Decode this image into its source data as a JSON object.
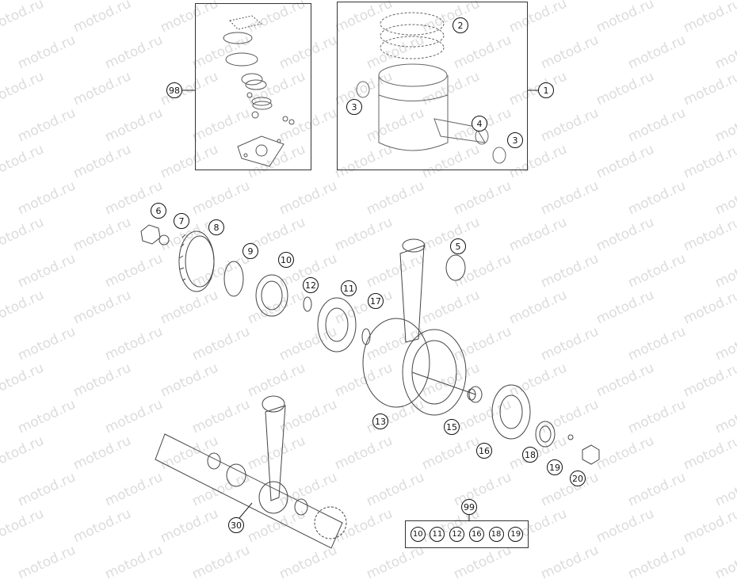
{
  "watermark_text": "motod.ru",
  "callouts": {
    "c1": "1",
    "c2": "2",
    "c3a": "3",
    "c3b": "3",
    "c4": "4",
    "c5": "5",
    "c6": "6",
    "c7": "7",
    "c8": "8",
    "c9": "9",
    "c10": "10",
    "c11": "11",
    "c12": "12",
    "c13": "13",
    "c15": "15",
    "c16": "16",
    "c17": "17",
    "c18": "18",
    "c19": "19",
    "c20": "20",
    "c30": "30",
    "c98": "98",
    "c99": "99"
  },
  "kit_99_items": [
    "10",
    "11",
    "12",
    "16",
    "18",
    "19"
  ]
}
